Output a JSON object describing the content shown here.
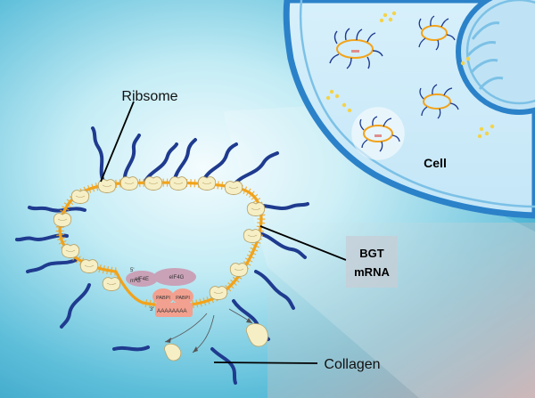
{
  "labels": {
    "ribosome": "Ribsome",
    "cell": "Cell",
    "bgt": "BGT",
    "mrna": "mRNA",
    "collagen": "Collagen"
  },
  "complex": {
    "five_prime": "5'",
    "cap": "m⁷G",
    "eif4e": "eIF4E",
    "eif4g": "eIF4G",
    "pabp1": "PABPI",
    "pabp2": "PABPI",
    "three_prime": "3'",
    "polya": "AAAAAAAA"
  },
  "colors": {
    "mrna": "#f2a31b",
    "ribosome": "#f6efc6",
    "chain": "#1f3b8f",
    "cell_membrane": "#2b82c9",
    "background_light": "#e6f7fb",
    "background_mid": "#8fd3e6",
    "eif": "#c9a2b8",
    "pabp": "#f2a08f"
  },
  "icons": [
    "ribosome-icon",
    "collagen-chain-icon",
    "collagen-protein-icon",
    "collagen-particle-icon",
    "nucleus-icon"
  ]
}
